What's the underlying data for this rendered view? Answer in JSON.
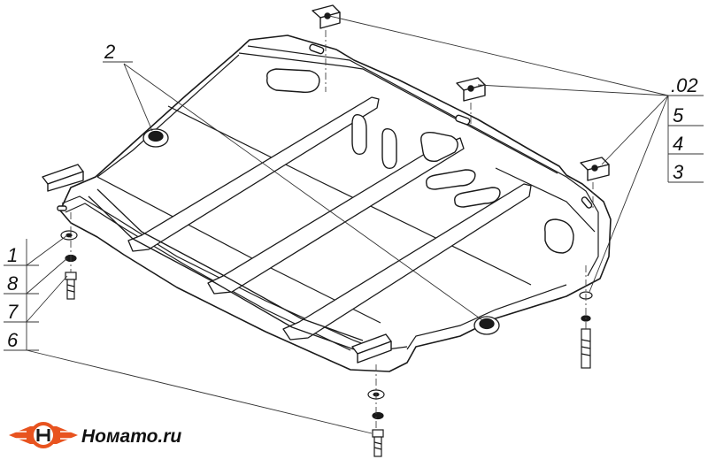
{
  "callouts": {
    "part_2": "2",
    "part_02": ".02",
    "part_5": "5",
    "part_4": "4",
    "part_3": "3",
    "part_1": "1",
    "part_8": "8",
    "part_7": "7",
    "part_6": "6"
  },
  "brand": {
    "name": "Номато.ru",
    "primary_color": "#e8531f",
    "dark_color": "#1a1a1a"
  },
  "colors": {
    "line": "#1a1a1a",
    "leader": "#333333",
    "paper": "#ffffff"
  }
}
